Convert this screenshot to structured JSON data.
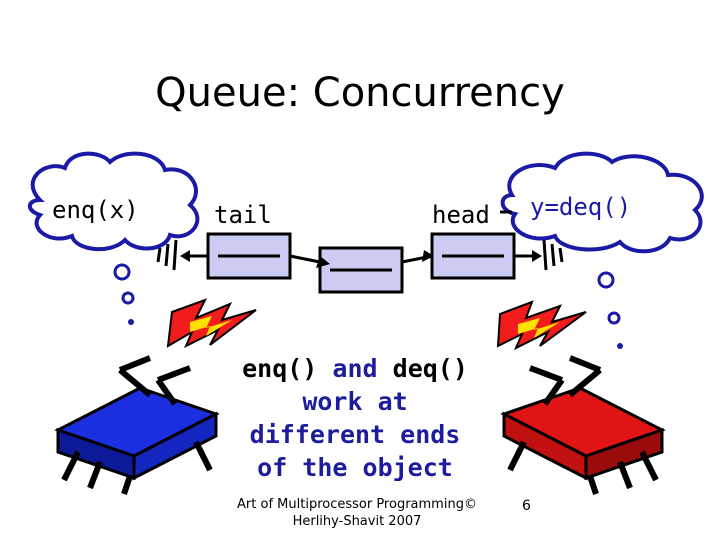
{
  "slide": {
    "title": "Queue: Concurrency",
    "enq_thought": "enq(x)",
    "deq_thought": "y=deq()",
    "tail_label": "tail",
    "head_label": "head",
    "callout": {
      "line1_a": "enq()",
      "line1_b": "and",
      "line1_c": "deq()",
      "line2": "work at",
      "line3": "different ends",
      "line4": "of the object"
    },
    "footer_line1": "Art of Multiprocessor Programming©",
    "footer_line2": "Herlihy-Shavit 2007",
    "page_number": "6"
  },
  "colors": {
    "cloud_fill": "#ffffff",
    "cloud_stroke": "#1a1aa6",
    "node_fill": "#ccccf2",
    "left_robot": "#1b2fe0",
    "right_robot": "#e01414",
    "lightning": "#f21c1c",
    "callout_blue": "#1c1c9c"
  },
  "icons": [
    "thought-cloud-icon",
    "lightning-icon",
    "robot-icon",
    "queue-node-icon"
  ]
}
